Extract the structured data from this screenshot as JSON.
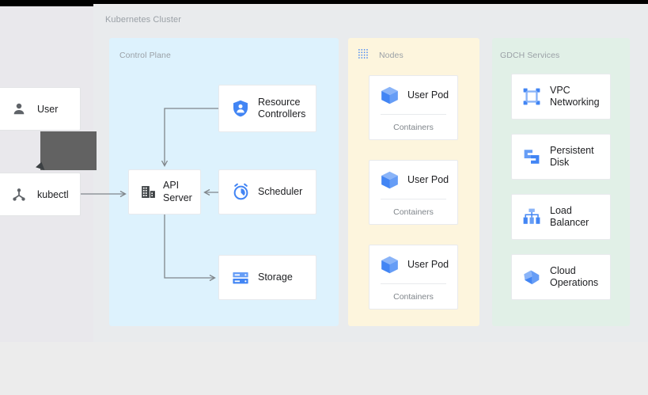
{
  "diagram": {
    "cluster_title": "Kubernetes Cluster",
    "panels": {
      "control_plane": {
        "title": "Control Plane",
        "color": "#ddf2fd",
        "nodes": [
          {
            "label": "Resource\nControllers",
            "icon": "shield-user-icon"
          },
          {
            "label": "API\nServer",
            "icon": "api-server-building-icon"
          },
          {
            "label": "Scheduler",
            "icon": "alarm-clock-icon"
          },
          {
            "label": "Storage",
            "icon": "storage-server-icon"
          }
        ]
      },
      "nodes": {
        "title": "Nodes",
        "icon": "dotted-grid-icon",
        "color": "#fdf5dd",
        "pods": [
          {
            "name": "User Pod",
            "sub": "Containers",
            "icon": "cube-icon"
          },
          {
            "name": "User Pod",
            "sub": "Containers",
            "icon": "cube-icon"
          },
          {
            "name": "User Pod",
            "sub": "Containers",
            "icon": "cube-icon"
          }
        ]
      },
      "gdch_services": {
        "title": "GDCH Services",
        "color": "#e1f0e7",
        "services": [
          {
            "label": "VPC\nNetworking",
            "icon": "vpc-network-icon"
          },
          {
            "label": "Persistent\nDisk",
            "icon": "persistent-disk-icon"
          },
          {
            "label": "Load\nBalancer",
            "icon": "load-balancer-icon"
          },
          {
            "label": "Cloud\nOperations",
            "icon": "cloud-operations-icon"
          }
        ]
      }
    },
    "actors": [
      {
        "label": "User",
        "icon": "person-icon"
      },
      {
        "label": "kubectl",
        "icon": "kubectl-node-icon"
      }
    ],
    "connections": [
      {
        "from": "kubectl",
        "to": "API Server"
      },
      {
        "from": "Resource Controllers",
        "to": "API Server"
      },
      {
        "from": "Scheduler",
        "to": "API Server"
      },
      {
        "from": "API Server",
        "to": "Storage"
      }
    ],
    "colors": {
      "accent_blue": "#4285f4",
      "icon_dark": "#5f6368",
      "connector": "#80868b",
      "label_muted": "#9aa0a6",
      "overlay_gray": "#626262"
    }
  }
}
